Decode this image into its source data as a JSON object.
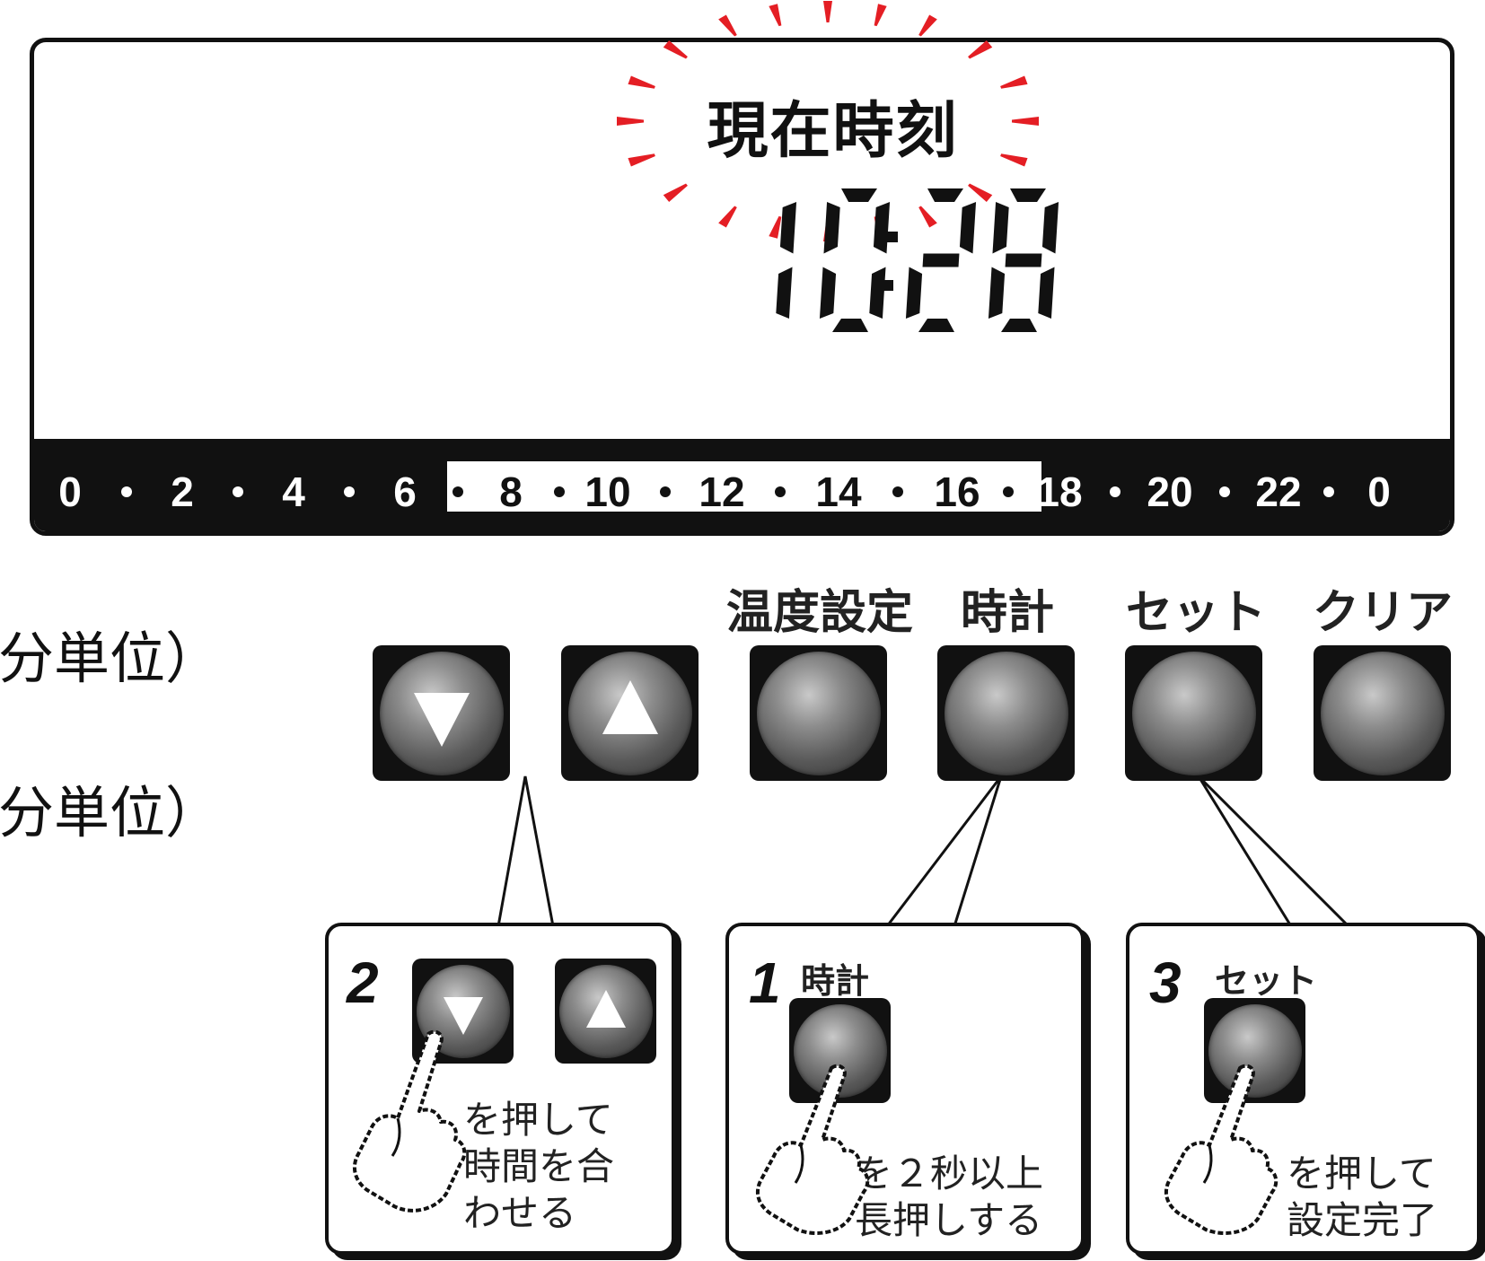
{
  "display": {
    "label": "現在時刻",
    "time": "10:28",
    "hour_marks": [
      "0",
      "2",
      "4",
      "6",
      "8",
      "10",
      "12",
      "14",
      "16",
      "18",
      "20",
      "22",
      "0"
    ],
    "highlight_range": [
      "8",
      "16"
    ]
  },
  "side_text": {
    "line1": "分単位）",
    "line2": "分単位）"
  },
  "buttons": {
    "down": {
      "icon": "down-triangle-icon"
    },
    "up": {
      "icon": "up-triangle-icon"
    },
    "temp_label": "温度設定",
    "clock_label": "時計",
    "set_label": "セット",
    "clear_label": "クリア"
  },
  "steps": [
    {
      "num": "2",
      "instruction": "を押して\n時間を合\nわせる"
    },
    {
      "num": "1",
      "button_label": "時計",
      "instruction": "を２秒以上\n長押しする"
    },
    {
      "num": "3",
      "button_label": "セット",
      "instruction": "を押して\n設定完了"
    }
  ],
  "colors": {
    "panel": "#111111",
    "blink_rays": "#e41e24",
    "button_knob": "#6b6b6b"
  }
}
